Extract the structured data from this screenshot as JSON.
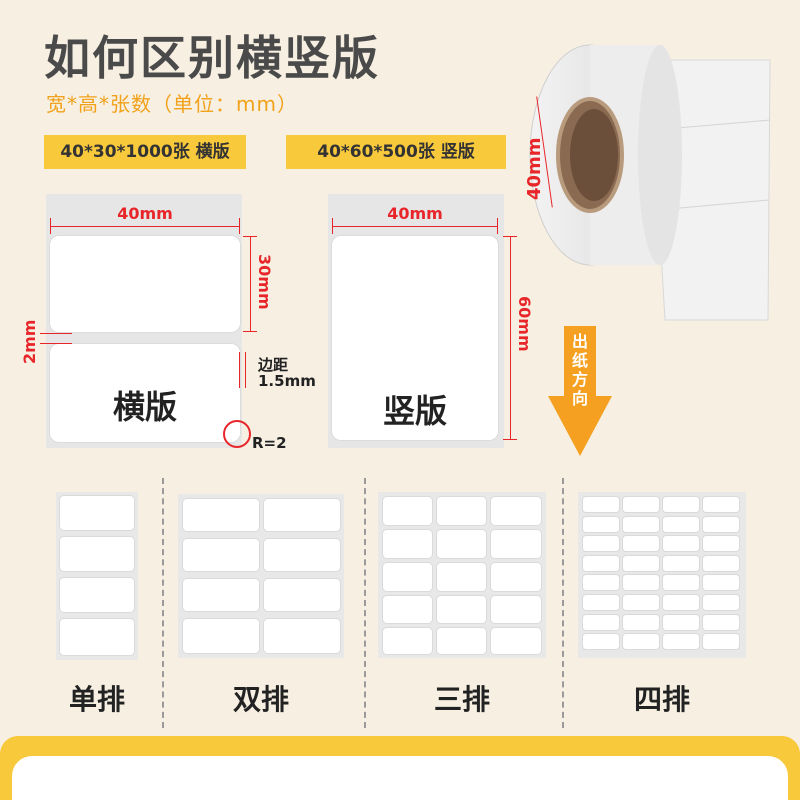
{
  "header": {
    "title": "如何区别横竖版",
    "subtitle": "宽*高*张数（单位：mm）"
  },
  "specs": {
    "horizontal": "40*30*1000张   横版",
    "vertical": "40*60*500张   竖版"
  },
  "horizontal_diagram": {
    "width": "40mm",
    "height": "30mm",
    "gap": "2mm",
    "margin_label": "边距",
    "margin_value": "1.5mm",
    "radius": "R=2",
    "label_text": "横版"
  },
  "vertical_diagram": {
    "width": "40mm",
    "height": "60mm",
    "label_text": "竖版"
  },
  "roll": {
    "dimension": "40mm"
  },
  "feed_direction": {
    "text": "出纸方向"
  },
  "arrangements": [
    {
      "label": "单排"
    },
    {
      "label": "双排"
    },
    {
      "label": "三排"
    },
    {
      "label": "四排"
    }
  ],
  "colors": {
    "background": "#f6efe2",
    "accent_yellow": "#f9c93c",
    "subtitle_orange": "#f2a21a",
    "dimension_red": "#e8262a",
    "arrow_orange": "#f5a020"
  }
}
